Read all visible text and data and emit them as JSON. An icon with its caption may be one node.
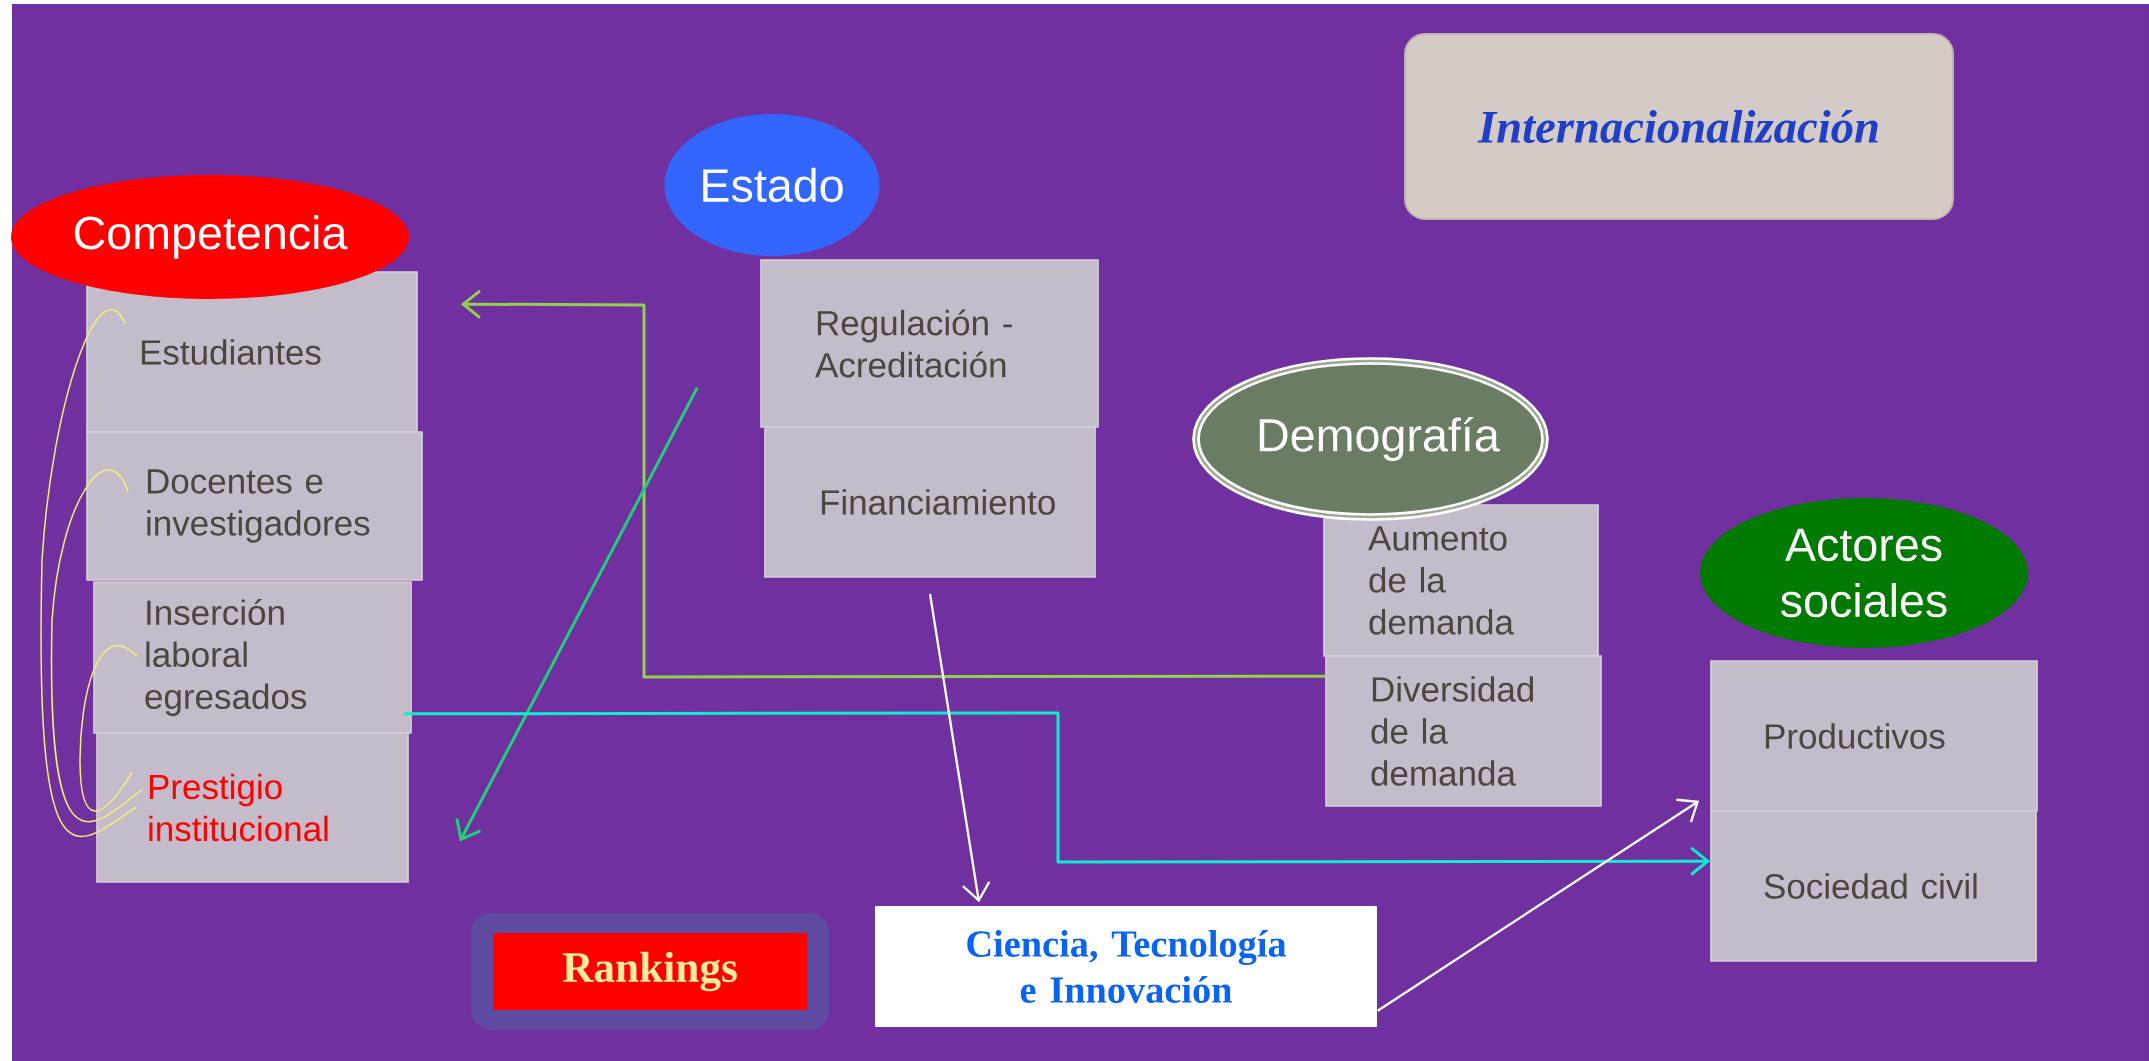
{
  "diagram": {
    "nodes": [
      {
        "text": [
          "Competencia"
        ]
      },
      {
        "text": [
          "Estudiantes"
        ]
      },
      {
        "text": [
          "Docentes e investigadores"
        ]
      },
      {
        "text": [
          "Inserción laboral egresados"
        ]
      },
      {
        "text": [
          "Prestigio institucional"
        ]
      },
      {
        "text": [
          "Estado"
        ]
      },
      {
        "text": [
          "Regulación - Acreditación"
        ]
      },
      {
        "text": [
          "Financiamiento"
        ]
      },
      {
        "text": [
          "Internacionalización"
        ]
      },
      {
        "text": [
          "Demografía"
        ]
      },
      {
        "text": [
          "Aumento de la demanda"
        ]
      },
      {
        "text": [
          "Diversidad de la demanda"
        ]
      },
      {
        "text": [
          "Actores sociales"
        ]
      },
      {
        "text": [
          "Productivos"
        ]
      },
      {
        "text": [
          "Sociedad civil"
        ]
      },
      {
        "text": [
          "Rankings"
        ]
      },
      {
        "text": [
          "Ciencia, Tecnología e Innovación"
        ]
      }
    ],
    "edges": [
      {
        "from": 11,
        "to": 1,
        "arrow": "to",
        "color": "#92d050"
      },
      {
        "from": 6,
        "to": 4,
        "arrow": "to",
        "color": "#1fd07a"
      },
      {
        "from": 3,
        "to": 14,
        "arrow": "to",
        "color": "#10ecd0"
      },
      {
        "from": 7,
        "to": 16,
        "arrow": "to",
        "color": "#ffffff"
      },
      {
        "from": 16,
        "to": 13,
        "arrow": "to",
        "color": "#ffffff"
      },
      {
        "from": 1,
        "to": 4,
        "arrow": "none",
        "color": "#f3ee78"
      },
      {
        "from": 2,
        "to": 4,
        "arrow": "none",
        "color": "#f3ee78"
      },
      {
        "from": 3,
        "to": 4,
        "arrow": "none",
        "color": "#f3ee78"
      }
    ]
  }
}
